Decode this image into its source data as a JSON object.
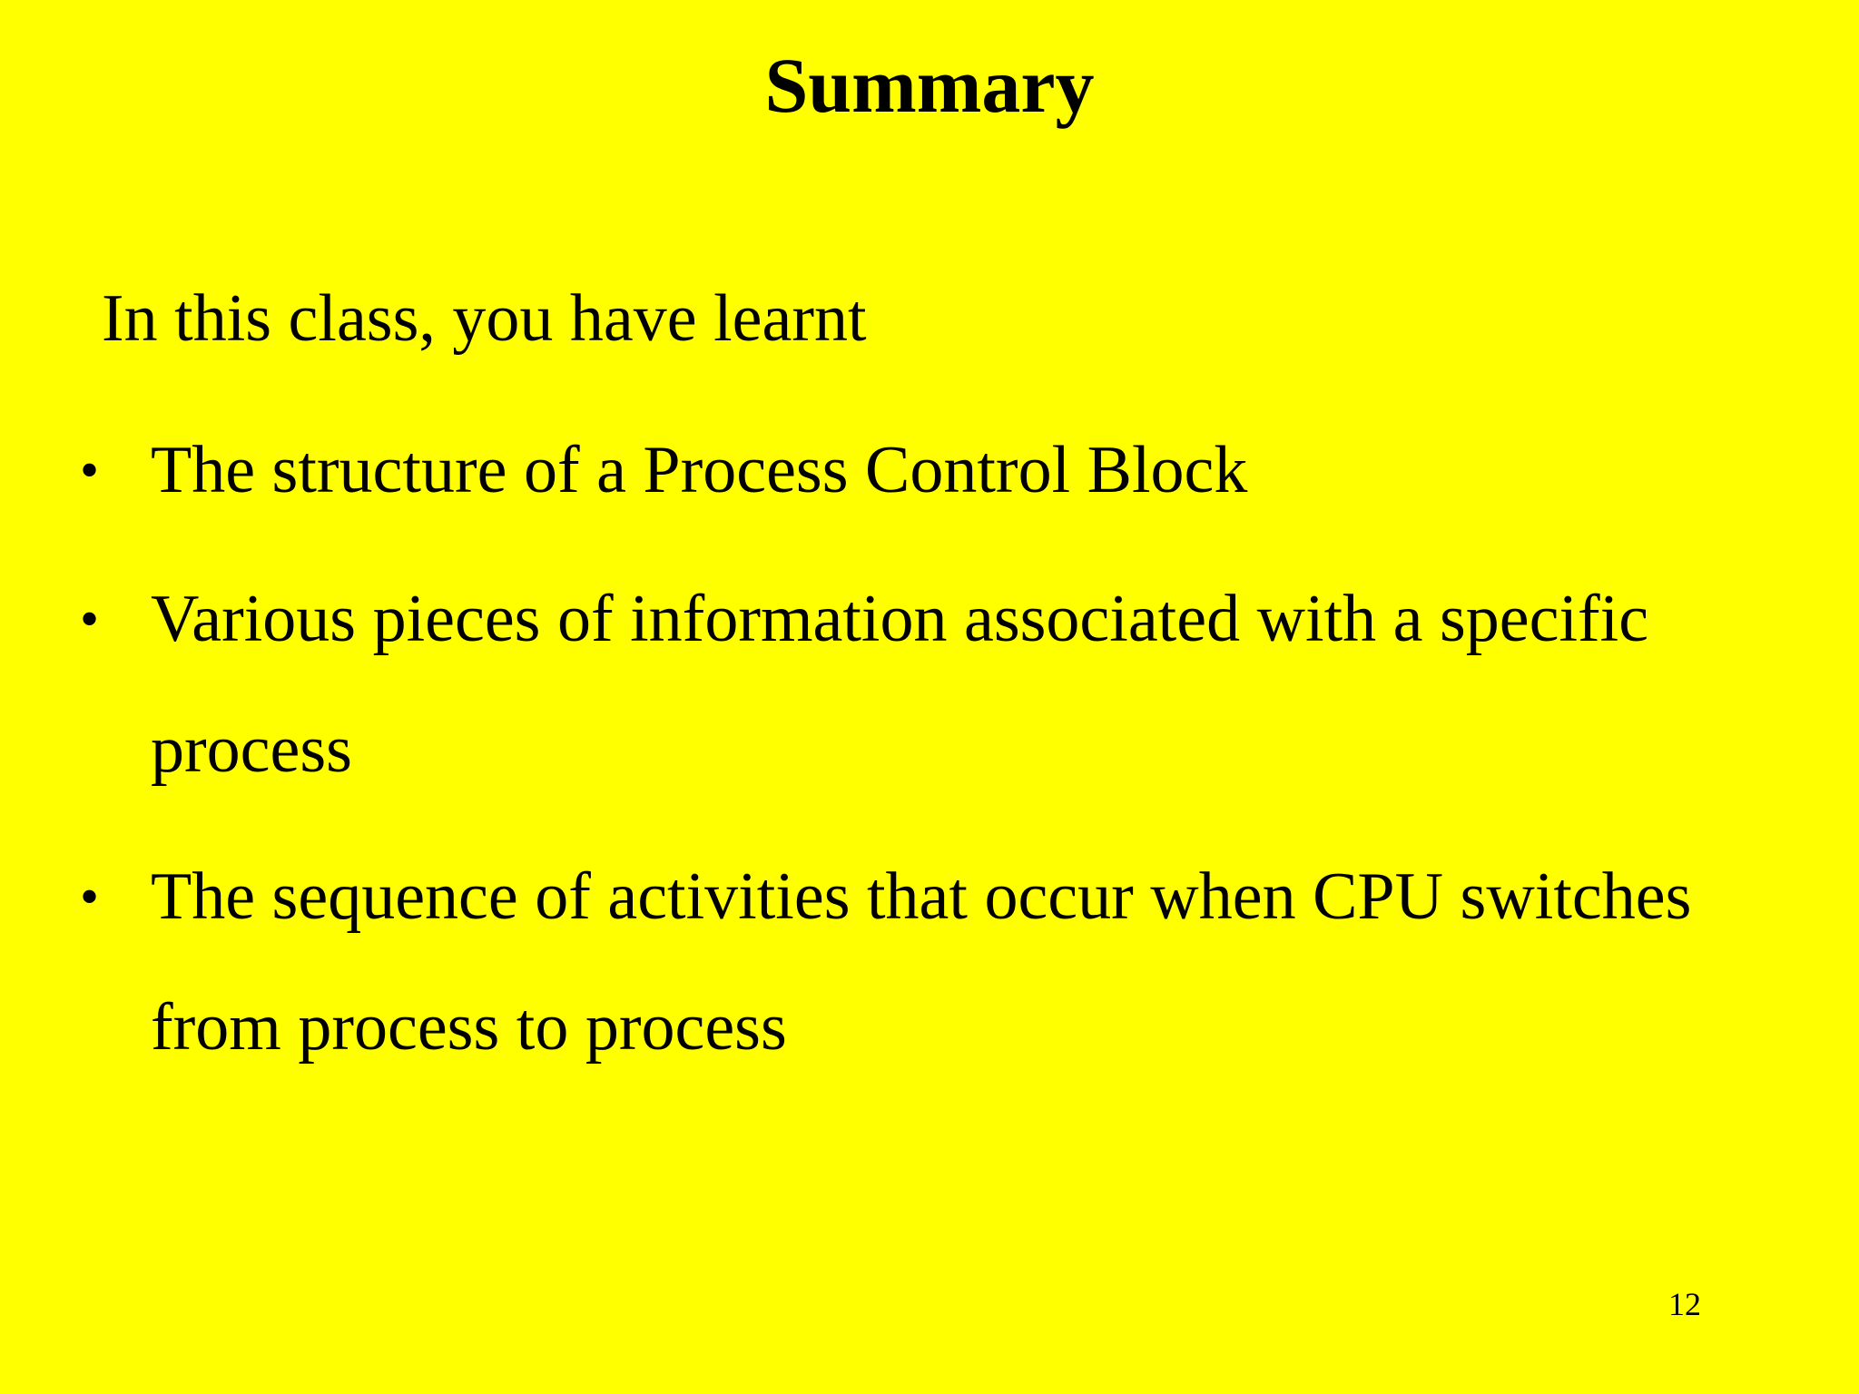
{
  "slide": {
    "title": "Summary",
    "intro": "In this class, you have learnt",
    "bullets": [
      "The structure of a Process Control Block",
      "Various pieces of information associated with a specific process",
      "The sequence of activities that occur when CPU switches from process to process"
    ],
    "bullet_symbol": "•",
    "page_number": "12",
    "background_color": "#ffff00",
    "text_color": "#000000"
  }
}
